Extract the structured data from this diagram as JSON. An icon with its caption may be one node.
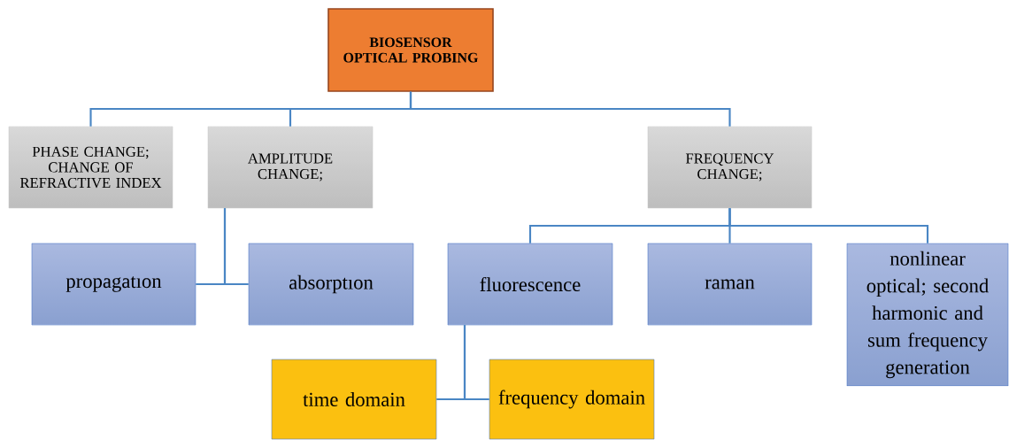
{
  "diagram": {
    "nodes": [
      {
        "text": [
          "BIOSENSOR OPTICAL PROBING"
        ]
      },
      {
        "text": [
          "PHASE CHANGE; CHANGE OF REFRACTIVE INDEX"
        ]
      },
      {
        "text": [
          "AMPLITUDE CHANGE;"
        ]
      },
      {
        "text": [
          "FREQUENCY CHANGE;"
        ]
      },
      {
        "text": [
          "propagatıon"
        ]
      },
      {
        "text": [
          "absorptıon"
        ]
      },
      {
        "text": [
          "fluorescence"
        ]
      },
      {
        "text": [
          "raman"
        ]
      },
      {
        "text": [
          "nonlinear optical; second harmonic and sum frequency generation"
        ]
      },
      {
        "text": [
          "time domain"
        ]
      },
      {
        "text": [
          "frequency domain"
        ]
      }
    ],
    "edges": [
      {
        "from": 0,
        "to": 1,
        "arrow": "none"
      },
      {
        "from": 0,
        "to": 2,
        "arrow": "none"
      },
      {
        "from": 0,
        "to": 3,
        "arrow": "none"
      },
      {
        "from": 2,
        "to": 4,
        "arrow": "none"
      },
      {
        "from": 2,
        "to": 5,
        "arrow": "none"
      },
      {
        "from": 3,
        "to": 6,
        "arrow": "none"
      },
      {
        "from": 3,
        "to": 7,
        "arrow": "none"
      },
      {
        "from": 3,
        "to": 8,
        "arrow": "none"
      },
      {
        "from": 6,
        "to": 9,
        "arrow": "none"
      },
      {
        "from": 6,
        "to": 10,
        "arrow": "none"
      }
    ]
  }
}
